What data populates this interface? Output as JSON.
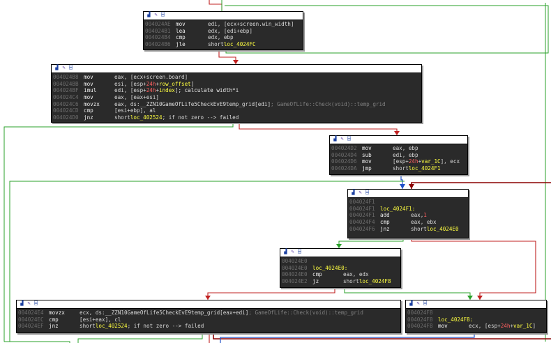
{
  "colors": {
    "edge_true": "#2aa02a",
    "edge_false": "#c02020",
    "edge_uncond": "#2050c8",
    "edge_back": "#8b0000",
    "node_bg": "#2a2a2a",
    "label": "#ffff40"
  },
  "header_icons": [
    "graph-icon",
    "rename-icon",
    "xref-icon"
  ],
  "nodes": [
    {
      "id": "block_4024ae",
      "lines": [
        {
          "addr": "004024AE",
          "mn": "mov",
          "ops": "edi, [ecx+screen.win_width]"
        },
        {
          "addr": "004024B1",
          "mn": "lea",
          "ops": "edx, [edi+ebp]"
        },
        {
          "addr": "004024B4",
          "mn": "cmp",
          "ops": "edx, ebp"
        },
        {
          "addr": "004024B6",
          "mn": "jle",
          "ops": "short ",
          "label": "loc_4024FC"
        }
      ]
    },
    {
      "id": "block_4024b8",
      "lines": [
        {
          "addr": "004024B8",
          "mn": "mov",
          "ops": "eax, [ecx+screen.board]"
        },
        {
          "addr": "004024BB",
          "mn": "mov",
          "ops": "esi, [esp+24h+row_offset]"
        },
        {
          "addr": "004024BF",
          "mn": "imul",
          "ops": "edi, [esp+24h+index]",
          "comment": " ; calculate width*i"
        },
        {
          "addr": "004024C4",
          "mn": "mov",
          "ops": "eax, [eax+esi]"
        },
        {
          "addr": "004024C6",
          "mn": "movzx",
          "ops": "eax, ds:__ZZN10GameOfLife5CheckEvE9temp_grid[edi]",
          "comment": " ; GameOfLife::Check(void)::temp_grid"
        },
        {
          "addr": "004024CD",
          "mn": "cmp",
          "ops": "[esi+ebp], al"
        },
        {
          "addr": "004024D0",
          "mn": "jnz",
          "ops": "short ",
          "label": "loc_402524",
          "tail": " ; if not zero --> failed"
        }
      ]
    },
    {
      "id": "block_4024d2",
      "lines": [
        {
          "addr": "004024D2",
          "mn": "mov",
          "ops": "eax, ebp"
        },
        {
          "addr": "004024D4",
          "mn": "sub",
          "ops": "edi, ebp"
        },
        {
          "addr": "004024D6",
          "mn": "mov",
          "ops": "[esp+24h+var_1C], ecx"
        },
        {
          "addr": "004024DA",
          "mn": "jmp",
          "ops": "short ",
          "label": "loc_4024F1"
        }
      ]
    },
    {
      "id": "block_4024f1",
      "lines": [
        {
          "addr": "004024F1",
          "mn": "",
          "ops": ""
        },
        {
          "addr": "004024F1",
          "loc": "loc_4024F1:"
        },
        {
          "addr": "004024F1",
          "mn": "add",
          "ops": "eax, ",
          "num": "1"
        },
        {
          "addr": "004024F4",
          "mn": "cmp",
          "ops": "eax, ebx"
        },
        {
          "addr": "004024F6",
          "mn": "jnz",
          "ops": "short ",
          "label": "loc_4024E0"
        }
      ]
    },
    {
      "id": "block_4024e0",
      "lines": [
        {
          "addr": "004024E0",
          "mn": "",
          "ops": ""
        },
        {
          "addr": "004024E0",
          "loc": "loc_4024E0:"
        },
        {
          "addr": "004024E0",
          "mn": "cmp",
          "ops": "eax, edx"
        },
        {
          "addr": "004024E2",
          "mn": "jz",
          "ops": "short ",
          "label": "loc_4024F8"
        }
      ]
    },
    {
      "id": "block_4024e4",
      "lines": [
        {
          "addr": "004024E4",
          "mn": "movzx",
          "ops": "ecx, ds:__ZZN10GameOfLife5CheckEvE9temp_grid[eax+edi]",
          "comment": " ; GameOfLife::Check(void)::temp_grid"
        },
        {
          "addr": "004024EC",
          "mn": "cmp",
          "ops": "[esi+eax], cl"
        },
        {
          "addr": "004024EF",
          "mn": "jnz",
          "ops": "short ",
          "label": "loc_402524",
          "tail": " ; if not zero --> failed"
        }
      ]
    },
    {
      "id": "block_4024f8",
      "lines": [
        {
          "addr": "004024F8",
          "mn": "",
          "ops": ""
        },
        {
          "addr": "004024F8",
          "loc": "loc_4024F8:"
        },
        {
          "addr": "004024F8",
          "mn": "mov",
          "ops": "ecx, [esp+24h+var_1C]"
        }
      ]
    }
  ]
}
